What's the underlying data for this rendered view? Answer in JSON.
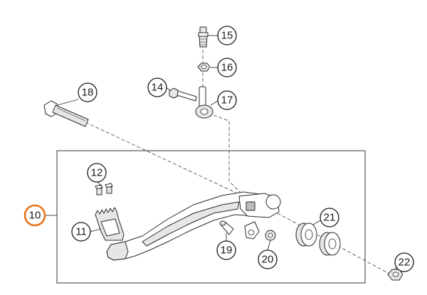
{
  "callouts": [
    {
      "id": "10",
      "label": "10",
      "highlight": true
    },
    {
      "id": "11",
      "label": "11"
    },
    {
      "id": "12",
      "label": "12"
    },
    {
      "id": "14",
      "label": "14"
    },
    {
      "id": "15",
      "label": "15"
    },
    {
      "id": "16",
      "label": "16"
    },
    {
      "id": "17",
      "label": "17"
    },
    {
      "id": "18",
      "label": "18"
    },
    {
      "id": "19",
      "label": "19"
    },
    {
      "id": "20",
      "label": "20"
    },
    {
      "id": "21",
      "label": "21"
    },
    {
      "id": "22",
      "label": "22"
    }
  ],
  "colors": {
    "highlight": "#e8731c",
    "line": "#1a1a1a",
    "background": "#ffffff"
  }
}
